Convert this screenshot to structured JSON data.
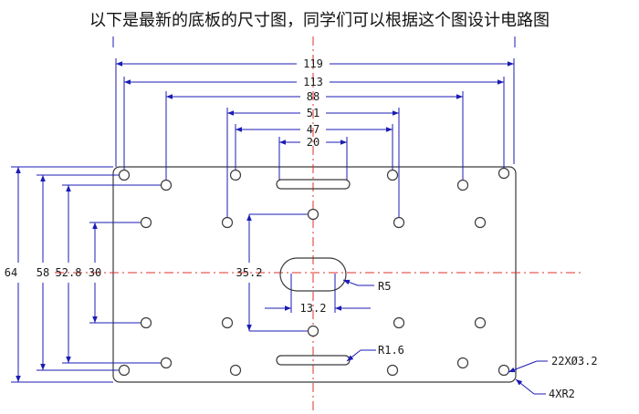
{
  "title": "以下是最新的底板的尺寸图，同学们可以根据这个图设计电路图",
  "dimensions": {
    "w119": "119",
    "w113": "113",
    "w88": "88",
    "w51": "51",
    "w47": "47",
    "w20": "20",
    "h64": "64",
    "h58": "58",
    "h52_8": "52.8",
    "h30": "30",
    "v35_2": "35.2",
    "s13_2": "13.2"
  },
  "notes": {
    "r5": "R5",
    "r1_6": "R1.6",
    "holes": "22XØ3.2",
    "corners": "4XR2"
  },
  "colors": {
    "dimension": "#1b1bb5",
    "outline": "#3a3a3a",
    "centerline": "#e0302a"
  }
}
